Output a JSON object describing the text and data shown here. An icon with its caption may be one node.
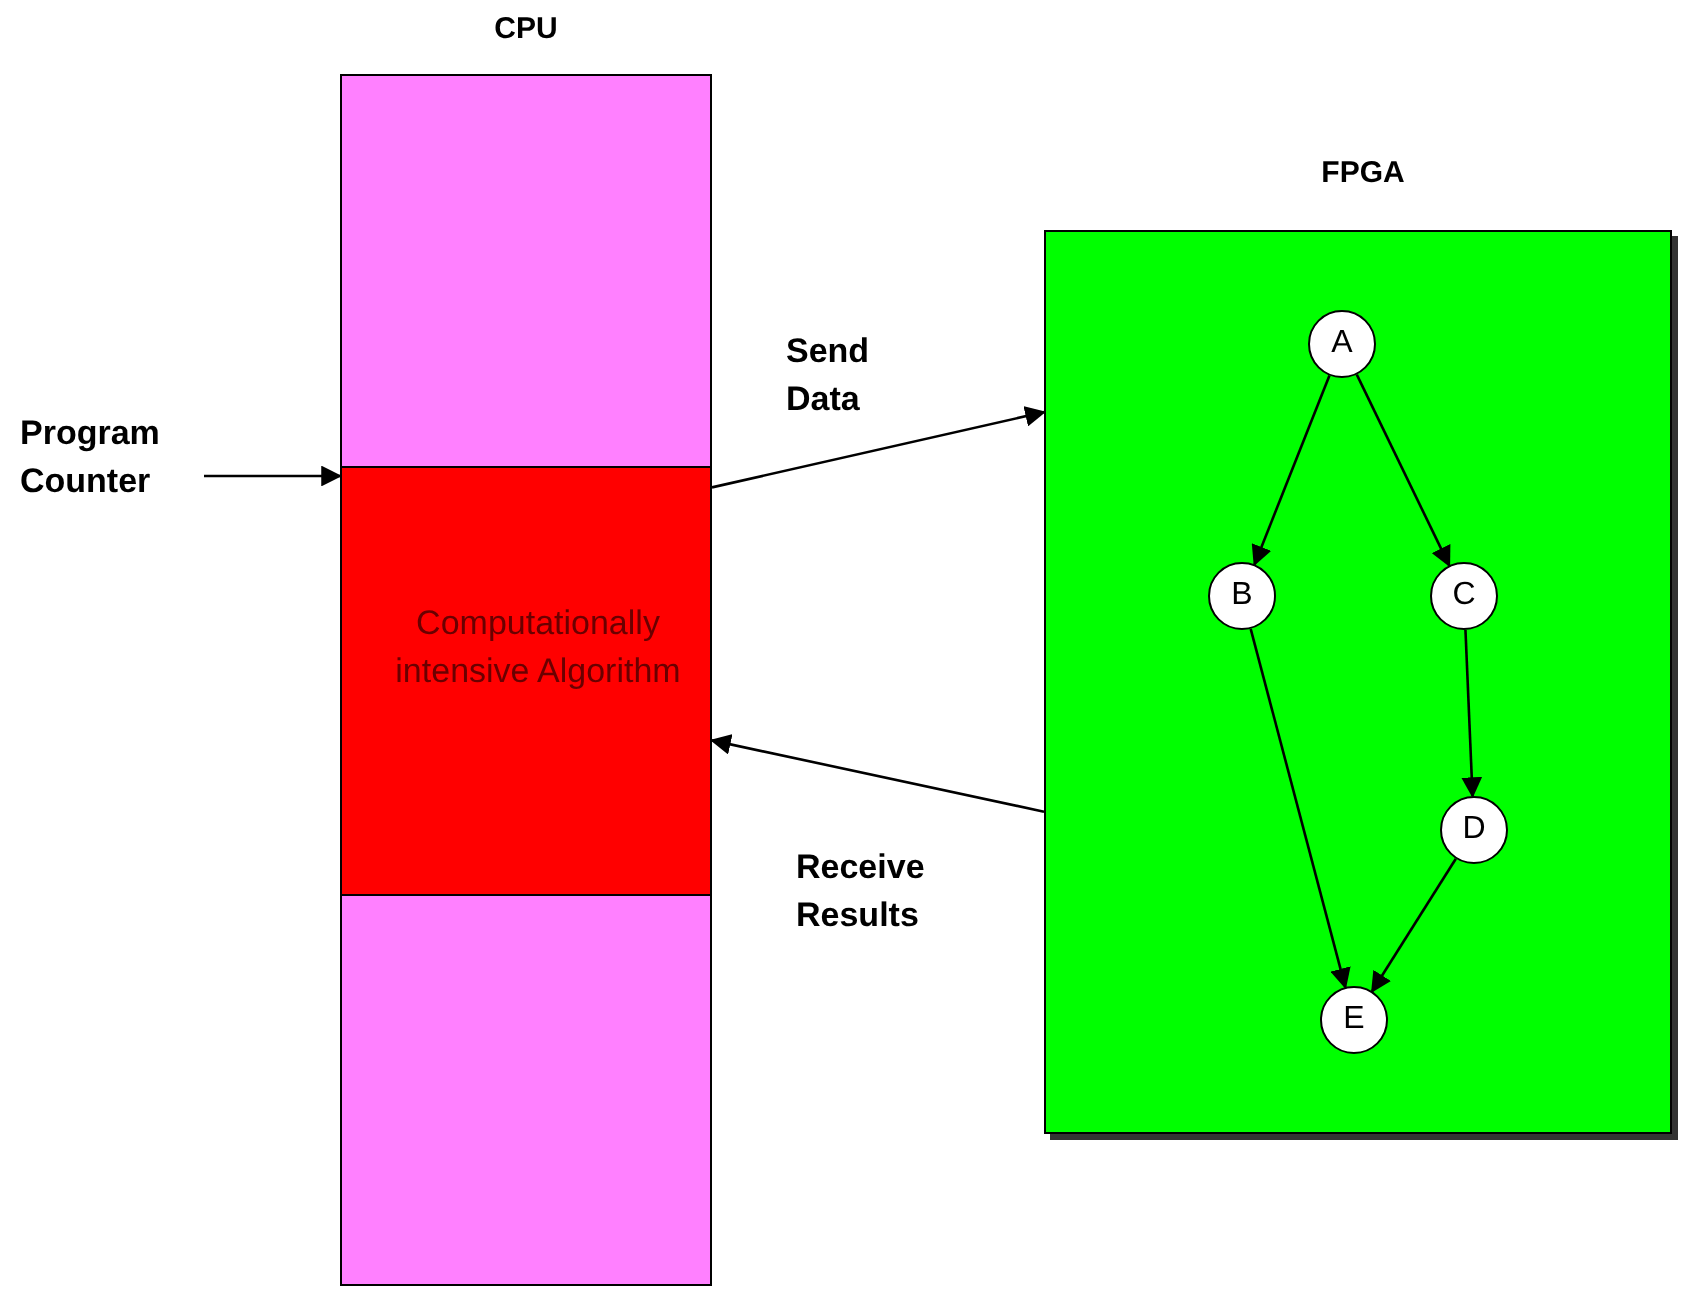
{
  "diagram": {
    "nodes": [
      {
        "text": [
          "CPU"
        ]
      },
      {
        "text": [],
        "shape": "box",
        "in": 0
      },
      {
        "text": [
          "Computationally intensive Algorithm"
        ],
        "in": 0
      },
      {
        "text": [],
        "shape": "box",
        "in": 0
      },
      {
        "text": [
          "Program Counter"
        ]
      },
      {
        "text": [
          "FPGA"
        ]
      },
      {
        "text": [
          "A"
        ],
        "in": 5
      },
      {
        "text": [
          "B"
        ],
        "in": 5
      },
      {
        "text": [
          "C"
        ],
        "in": 5
      },
      {
        "text": [
          "D"
        ],
        "in": 5
      },
      {
        "text": [
          "E"
        ],
        "in": 5
      }
    ],
    "edges": [
      {
        "from": 4,
        "to": 2,
        "arrow": "to"
      },
      {
        "from": 0,
        "to": 5,
        "arrow": "to",
        "label": "Send Data"
      },
      {
        "from": 5,
        "to": 0,
        "arrow": "to",
        "label": "Receive Results"
      },
      {
        "from": 6,
        "to": 7,
        "arrow": "to"
      },
      {
        "from": 6,
        "to": 8,
        "arrow": "to"
      },
      {
        "from": 8,
        "to": 9,
        "arrow": "to"
      },
      {
        "from": 7,
        "to": 10,
        "arrow": "to"
      },
      {
        "from": 9,
        "to": 10,
        "arrow": "to"
      }
    ]
  }
}
